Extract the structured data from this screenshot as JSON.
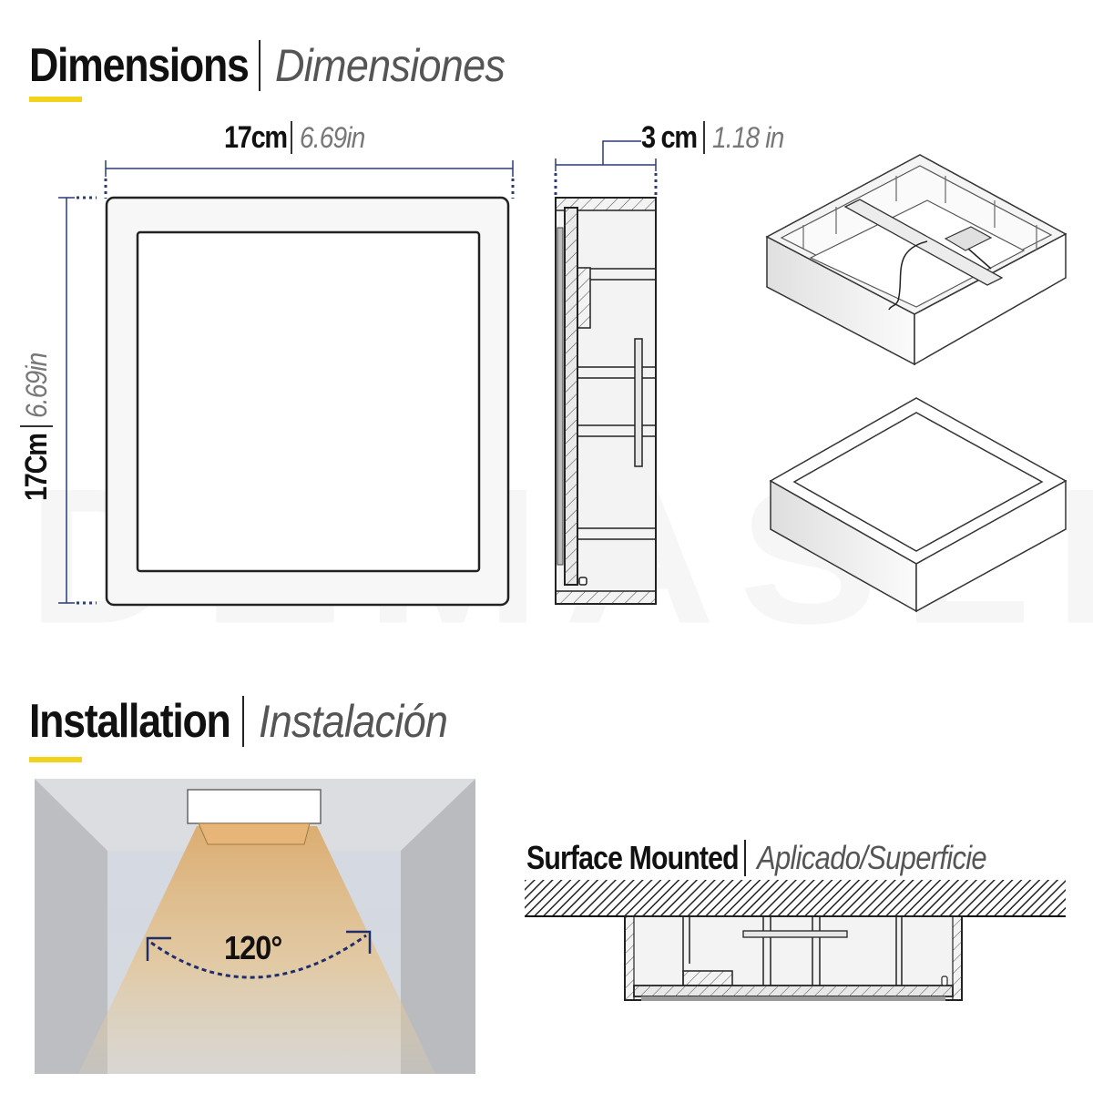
{
  "watermark": "DEMASLED",
  "colors": {
    "accent_underline": "#f2d21b",
    "dimension_line": "#2b3a78",
    "light_beam": "#e8c48a",
    "room_wall": "#bcbec2",
    "room_ceiling": "#dcdde0",
    "room_back": "#d3d9e3"
  },
  "dimensions_section": {
    "title_en": "Dimensions",
    "title_es": "Dimensiones",
    "width_label": {
      "metric": "17cm",
      "imperial": "6.69in"
    },
    "height_label": {
      "metric": "17Cm",
      "imperial": "6.69in"
    },
    "depth_label": {
      "metric": "3 cm",
      "imperial": "1.18 in"
    },
    "views": [
      "front-view",
      "side-section-view",
      "isometric-back-open",
      "isometric-front"
    ]
  },
  "installation_section": {
    "title_en": "Installation",
    "title_es": "Instalación",
    "beam_angle": "120°",
    "mount_type_en": "Surface Mounted",
    "mount_type_es": "Aplicado/Superficie"
  }
}
